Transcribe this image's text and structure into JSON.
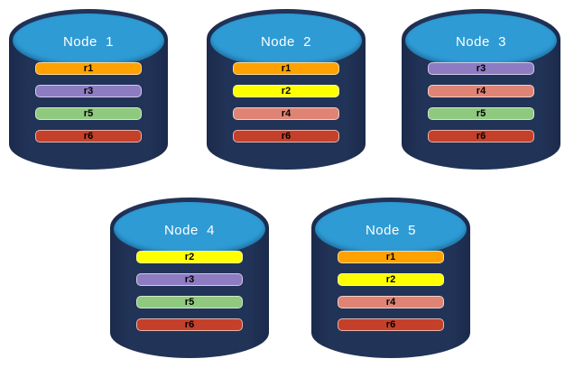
{
  "diagram": {
    "title": "database-replication-diagram",
    "background_color": "#FFFFFF",
    "cylinder": {
      "body_color": "#213357",
      "top_color": "#2E9BD5",
      "label_color": "#FFFFFF"
    },
    "replica_colors": {
      "r1": "#FFA200",
      "r2": "#FFFF00",
      "r3": "#8D7CC2",
      "r4": "#DF8474",
      "r5": "#8FC97E",
      "r6": "#C5402A"
    },
    "nodes": [
      {
        "label": "Node  1",
        "replicas": [
          "r1",
          "r3",
          "r5",
          "r6"
        ]
      },
      {
        "label": "Node  2",
        "replicas": [
          "r1",
          "r2",
          "r4",
          "r6"
        ]
      },
      {
        "label": "Node  3",
        "replicas": [
          "r3",
          "r4",
          "r5",
          "r6"
        ]
      },
      {
        "label": "Node  4",
        "replicas": [
          "r2",
          "r3",
          "r5",
          "r6"
        ]
      },
      {
        "label": "Node  5",
        "replicas": [
          "r1",
          "r2",
          "r4",
          "r6"
        ]
      }
    ]
  }
}
